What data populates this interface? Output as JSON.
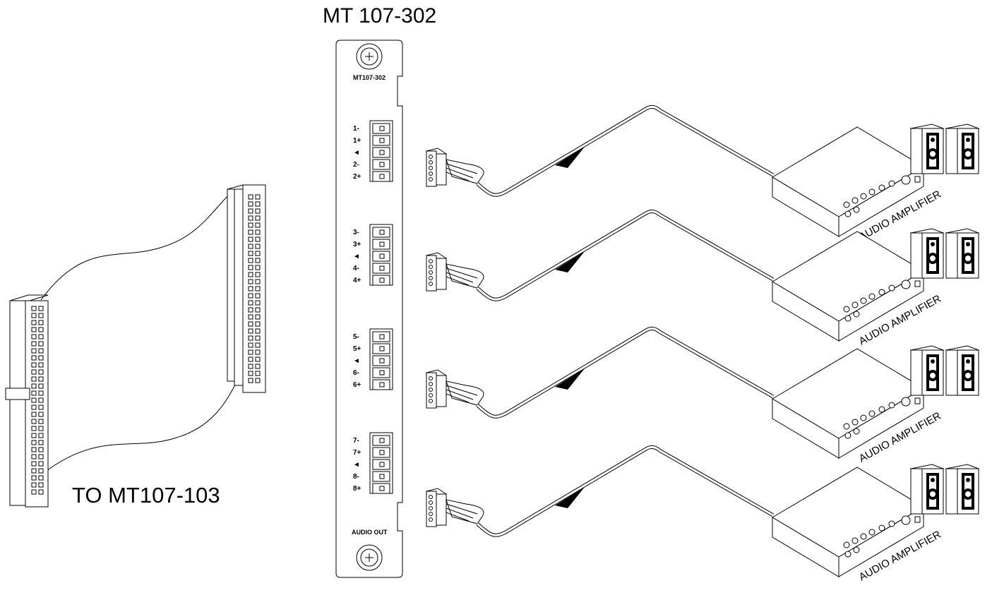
{
  "diagram": {
    "title": "MT 107-302",
    "card": {
      "name_label": "MT107-302",
      "bottom_label": "AUDIO OUT",
      "connector_groups": [
        [
          "1-",
          "1+",
          "◄",
          "2-",
          "2+"
        ],
        [
          "3-",
          "3+",
          "◄",
          "4-",
          "4+"
        ],
        [
          "5-",
          "5+",
          "◄",
          "6-",
          "6+"
        ],
        [
          "7-",
          "7+",
          "◄",
          "8-",
          "8+"
        ]
      ]
    },
    "ribbon_cable_label": "TO MT107-103",
    "amplifiers": [
      {
        "label": "AUDIO AMPLIFIER"
      },
      {
        "label": "AUDIO AMPLIFIER"
      },
      {
        "label": "AUDIO AMPLIFIER"
      },
      {
        "label": "AUDIO AMPLIFIER"
      }
    ]
  }
}
